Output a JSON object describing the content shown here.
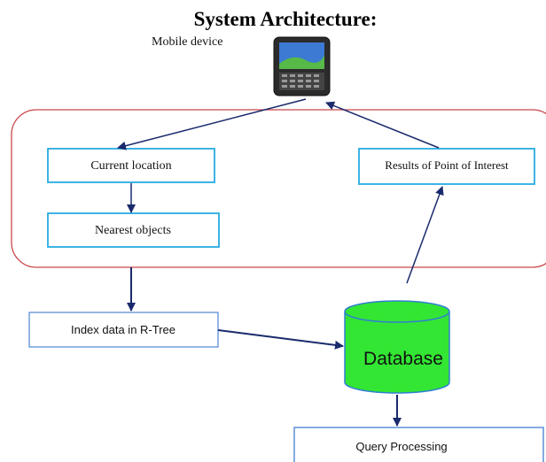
{
  "diagram": {
    "title": "System Architecture:",
    "nodes": {
      "mobile_device": "Mobile device",
      "current_location": "Current location",
      "nearest_objects": "Nearest objects",
      "results_poi": "Results of Point of Interest",
      "index_rtree": "Index data in R-Tree",
      "database": "Database",
      "query_processing": "Query Processing"
    },
    "icons": {
      "device": "mobile-phone-icon",
      "database": "database-cylinder-icon"
    },
    "colors": {
      "client_border": "#c9474a",
      "box_border_cyan": "#29abe2",
      "box_border_blue": "#5b8fd6",
      "arrow": "#1a2a6c",
      "db_fill": "#33e633",
      "db_border": "#2f7fd1"
    }
  }
}
